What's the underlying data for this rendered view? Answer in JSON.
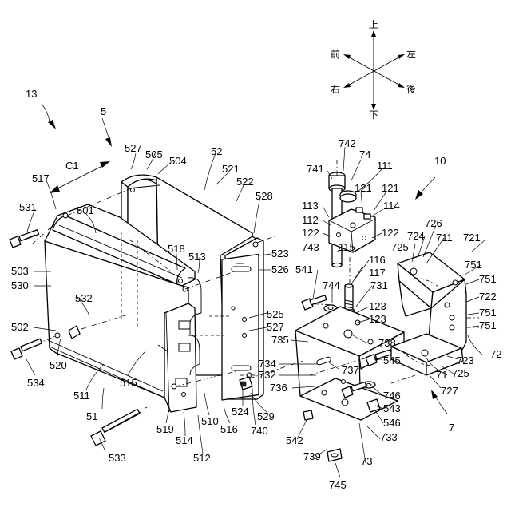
{
  "figure": {
    "directions": {
      "up": "上",
      "down": "下",
      "front": "前",
      "rear": "後",
      "left": "左",
      "right": "右"
    },
    "labels": {
      "l13": "13",
      "l5": "5",
      "lC1": "C1",
      "l527a": "527",
      "l505": "505",
      "l504": "504",
      "l52": "52",
      "l521": "521",
      "l522": "522",
      "l528": "528",
      "l517": "517",
      "l531": "531",
      "l501": "501",
      "l518": "518",
      "l513": "513",
      "l523": "523",
      "l526": "526",
      "l503": "503",
      "l530": "530",
      "l532": "532",
      "l525": "525",
      "l527b": "527",
      "l502": "502",
      "l520": "520",
      "l534": "534",
      "l515": "515",
      "l511": "511",
      "l51": "51",
      "l519": "519",
      "l514": "514",
      "l512": "512",
      "l510": "510",
      "l516": "516",
      "l524": "524",
      "l529": "529",
      "l740": "740",
      "l533": "533",
      "l742": "742",
      "l74": "74",
      "l741": "741",
      "l111": "111",
      "l10": "10",
      "l121a": "121",
      "l121b": "121",
      "l113": "113",
      "l114": "114",
      "l112": "112",
      "l122a": "122",
      "l122b": "122",
      "l743": "743",
      "l115": "115",
      "l116": "116",
      "l117": "117",
      "l541": "541",
      "l744": "744",
      "l731": "731",
      "l123a": "123",
      "l123b": "123",
      "l735": "735",
      "l738": "738",
      "l734": "734",
      "l732": "732",
      "l736": "736",
      "l737": "737",
      "l545": "545",
      "l746": "746",
      "l543": "543",
      "l546": "546",
      "l542": "542",
      "l739": "739",
      "l733": "733",
      "l73": "73",
      "l745": "745",
      "l726": "726",
      "l725a": "725",
      "l724": "724",
      "l711": "711",
      "l721": "721",
      "l751a": "751",
      "l751b": "751",
      "l722": "722",
      "l751c": "751",
      "l751d": "751",
      "l72": "72",
      "l723": "723",
      "l725b": "725",
      "l71": "71",
      "l727": "727",
      "l7": "7"
    }
  }
}
